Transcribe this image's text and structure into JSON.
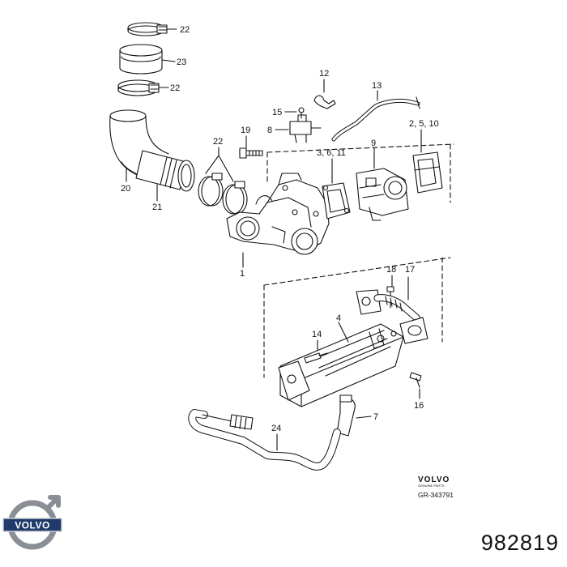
{
  "callouts": {
    "c1": "1",
    "c2_5_10": "2, 5, 10",
    "c3_6_11": "3, 6, 11",
    "c4": "4",
    "c7": "7",
    "c8": "8",
    "c9": "9",
    "c12": "12",
    "c13": "13",
    "c14": "14",
    "c15": "15",
    "c16": "16",
    "c17": "17",
    "c18": "18",
    "c19": "19",
    "c20": "20",
    "c21": "21",
    "c22_top": "22",
    "c22_mid": "22",
    "c22_clamps": "22",
    "c23": "23",
    "c24": "24"
  },
  "brand": {
    "name": "VOLVO",
    "sub": "GENUINE PARTS",
    "reference": "GR-343791"
  },
  "logo": {
    "text": "VOLVO",
    "ring_color": "#8a8f96",
    "bar_color": "#1f3a6b"
  },
  "part_number": "982819"
}
